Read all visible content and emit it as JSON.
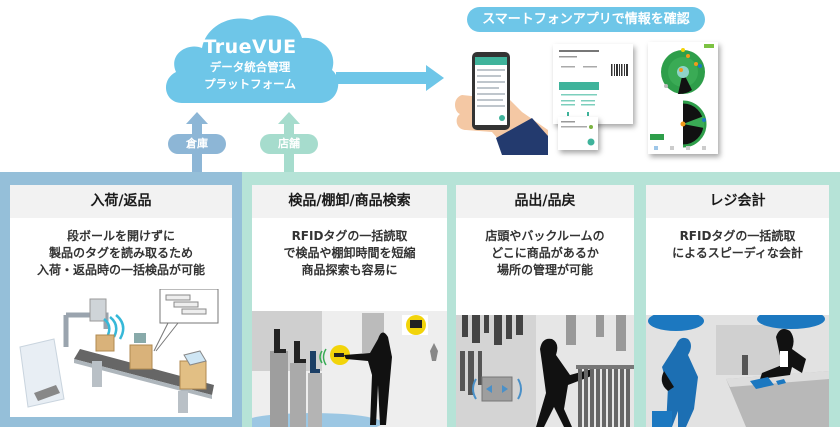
{
  "platform": {
    "name": "TrueVUE",
    "subtitle_line1": "データ統合管理",
    "subtitle_line2": "プラットフォーム"
  },
  "sources": [
    {
      "label": "倉庫",
      "color": "#8db6d6"
    },
    {
      "label": "店舗",
      "color": "#a6dccd"
    }
  ],
  "app_banner": "スマートフォンアプリで情報を確認",
  "colors": {
    "cloud": "#6ec6e8",
    "warehouse_band": "#95bfd9",
    "store_band": "#b6e3d7",
    "accent_yellow": "#f2d40a",
    "accent_blue": "#1c78c0"
  },
  "panels": [
    {
      "title": "入荷/返品",
      "desc": "段ボールを開けずに\n製品のタグを読み取るため\n入荷・返品時の一括検品が可能"
    },
    {
      "title": "検品/棚卸/商品検索",
      "desc": "RFIDタグの一括読取\nで検品や棚卸時間を短縮\n商品探索も容易に"
    },
    {
      "title": "品出/品戻",
      "desc": "店頭やバックルームの\nどこに商品があるか\n場所の管理が可能"
    },
    {
      "title": "レジ会計",
      "desc": "RFIDタグの一括読取\nによるスピーディな会計"
    }
  ]
}
